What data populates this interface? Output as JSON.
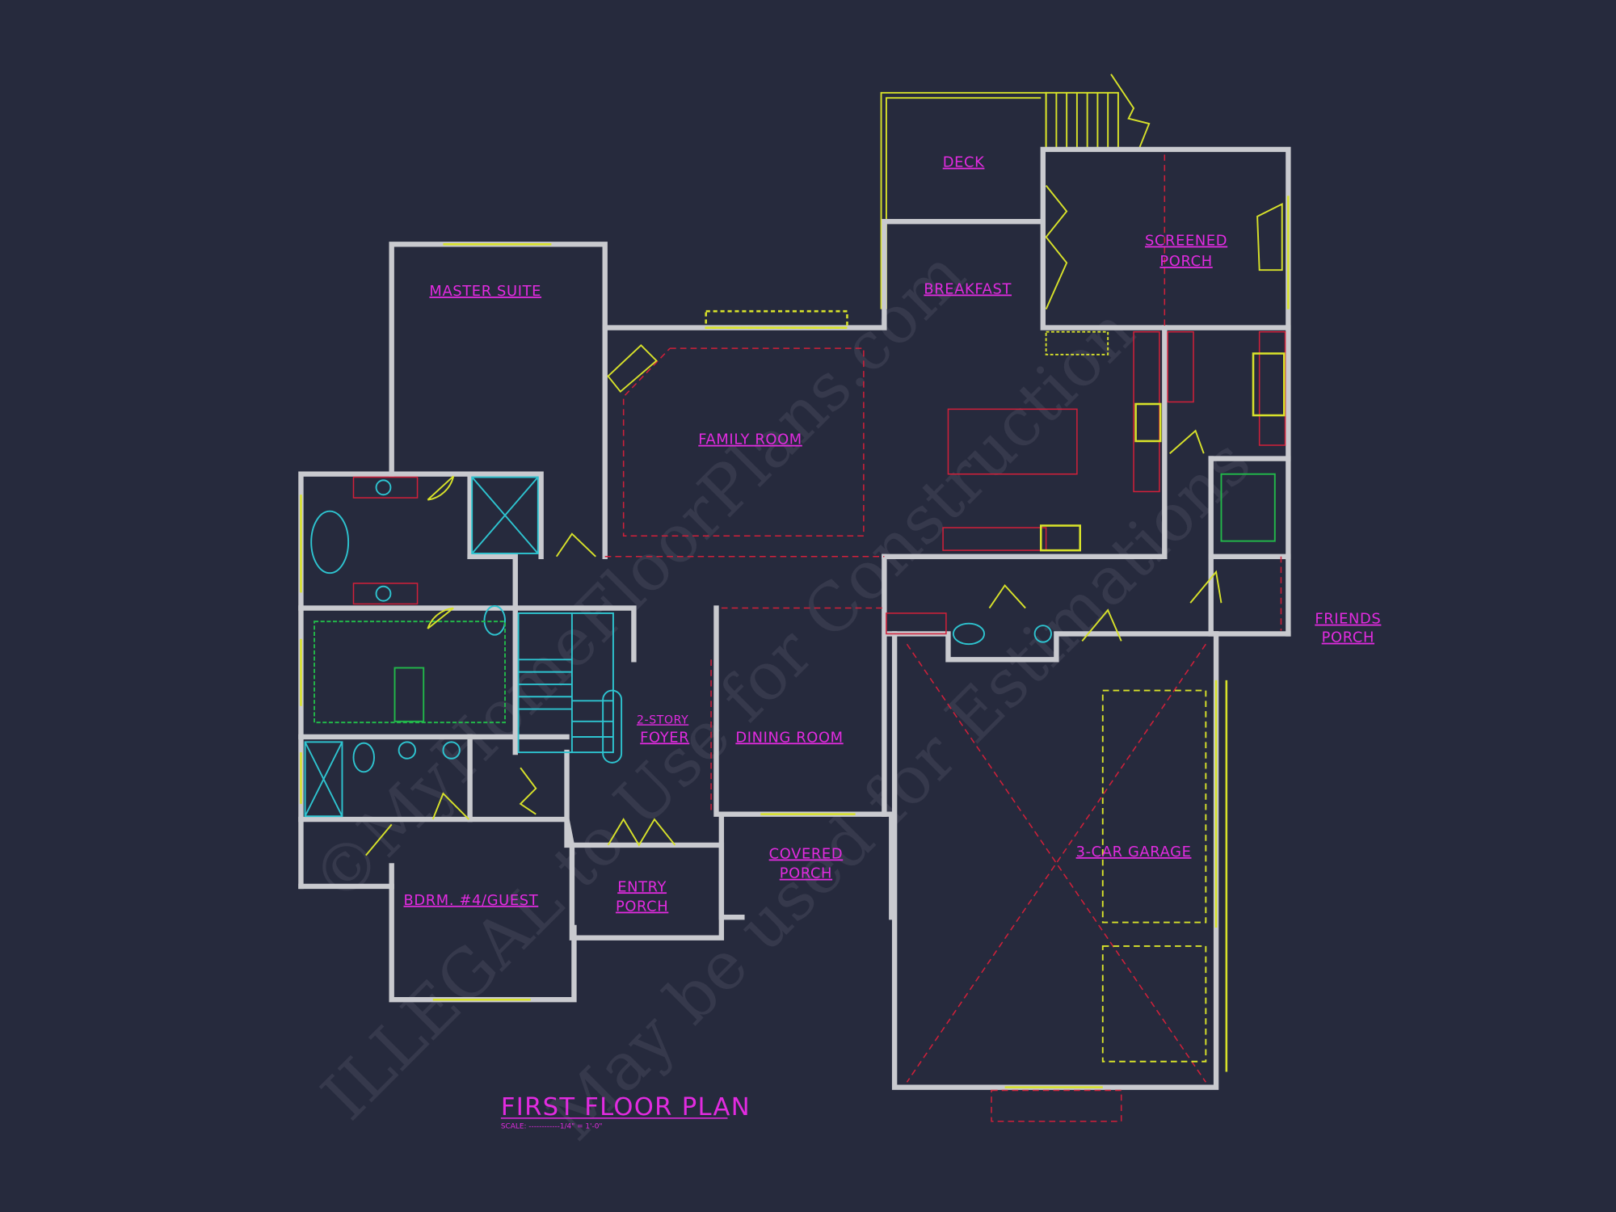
{
  "drawing": {
    "title": "FIRST FLOOR PLAN",
    "scale_note": "SCALE: ------------1/4\" = 1'-0\"",
    "background_color": "#262a3d",
    "label_color": "#e22be0",
    "wall_color": "#c9cacf",
    "window_color": "#d8e22a",
    "fixture_color": "#2ec4d0",
    "dashed_line_color": "#d0203a"
  },
  "rooms": [
    {
      "name": "DECK"
    },
    {
      "name": "SCREENED",
      "name2": "PORCH"
    },
    {
      "name": "BREAKFAST"
    },
    {
      "name": "MASTER SUITE"
    },
    {
      "name": "FAMILY ROOM"
    },
    {
      "name": "2-STORY",
      "name2": "FOYER"
    },
    {
      "name": "DINING ROOM"
    },
    {
      "name": "COVERED",
      "name2": "PORCH"
    },
    {
      "name": "ENTRY",
      "name2": "PORCH"
    },
    {
      "name": "BDRM. #4/GUEST"
    },
    {
      "name": "3-CAR GARAGE"
    },
    {
      "name": "FRIENDS",
      "name2": "PORCH"
    }
  ],
  "watermark": {
    "line1": "©MyHomeFloorPlans.com",
    "line2": "ILLEGAL to Use for Construction",
    "line3": "May be used for Estimations"
  }
}
